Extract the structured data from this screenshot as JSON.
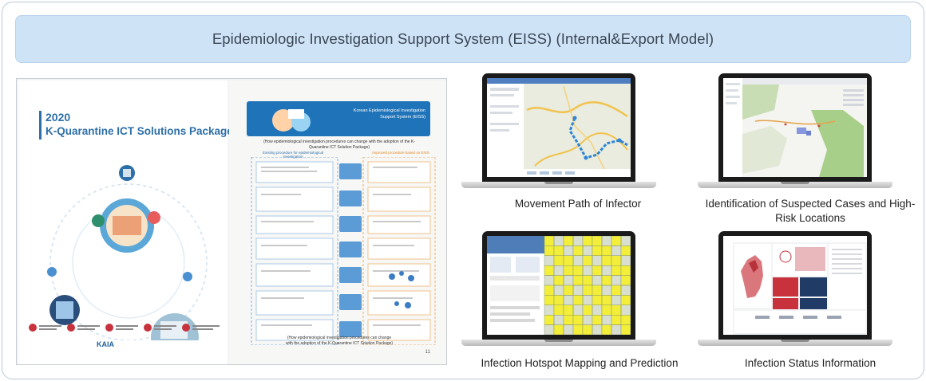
{
  "banner": {
    "title": "Epidemiologic Investigation Support System (EISS) (Internal&Export Model)"
  },
  "brochure": {
    "year": "2020",
    "title": "K-Quarantine ICT Solutions Package",
    "inner_header": "Korean Epidemiological Investigation Support System (EISS)",
    "inner_question": "(How epidemiological investigation procedures can change with the adoption of the K-Quarantine ICT Solution Package)",
    "left_column": "Existing procedure for epidemiological investigation",
    "right_column": "Improved procedure based on EISS",
    "logo_text": "KAIA",
    "page_number": "11"
  },
  "screens": [
    {
      "caption": "Movement Path of Infector"
    },
    {
      "caption": "Identification of Suspected Cases and High-Risk Locations"
    },
    {
      "caption": "Infection Hotspot Mapping and Prediction"
    },
    {
      "caption": "Infection Status Information"
    }
  ],
  "colors": {
    "banner_bg": "#cfe3f6",
    "brand_blue": "#2d6fa8",
    "route": "#3a8fd8",
    "hotspot": "#f2ee3a",
    "dashboard_red": "#c8323c",
    "dashboard_navy": "#1f3b66"
  }
}
